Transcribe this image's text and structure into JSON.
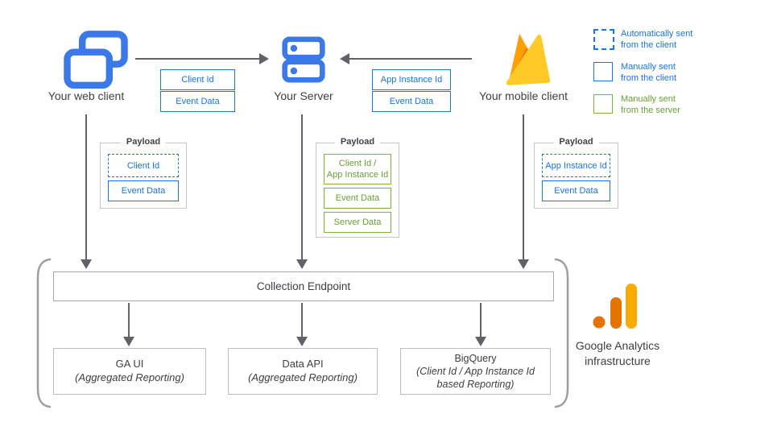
{
  "palette": {
    "blue": "#1a73e8",
    "icon_blue": "#3b78e8",
    "green_border": "#7cb342",
    "green_text": "#689f38",
    "arrow_gray": "#5f6368",
    "firebase_yellow": "#FFCA28",
    "firebase_amber": "#FFA000",
    "firebase_orange": "#F57C00",
    "ga_orange": "#E37400",
    "ga_amber": "#F9AB00"
  },
  "nodes": {
    "web": {
      "label": "Your web client"
    },
    "server": {
      "label": "Your Server"
    },
    "mobile": {
      "label": "Your mobile client"
    }
  },
  "flows": {
    "web_to_server": {
      "tags": [
        "Client Id",
        "Event Data"
      ]
    },
    "mobile_to_server": {
      "tags": [
        "App Instance Id",
        "Event Data"
      ]
    }
  },
  "legend": {
    "items": [
      {
        "style": "dashed-blue",
        "lines": [
          "Automatically sent",
          "from the client"
        ]
      },
      {
        "style": "solid-blue",
        "lines": [
          "Manually sent",
          "from the client"
        ]
      },
      {
        "style": "solid-green",
        "lines": [
          "Manually sent",
          "from the server"
        ]
      }
    ]
  },
  "payloads": {
    "web": {
      "title": "Payload",
      "items": [
        {
          "label": "Client Id",
          "style": "dashed-blue"
        },
        {
          "label": "Event Data",
          "style": "solid-blue"
        }
      ]
    },
    "server": {
      "title": "Payload",
      "items": [
        {
          "line1": "Client Id /",
          "line2": "App Instance Id",
          "style": "solid-green"
        },
        {
          "label": "Event Data",
          "style": "solid-green"
        },
        {
          "label": "Server Data",
          "style": "solid-green"
        }
      ]
    },
    "mobile": {
      "title": "Payload",
      "items": [
        {
          "label": "App Instance Id",
          "style": "dashed-blue"
        },
        {
          "label": "Event Data",
          "style": "solid-blue"
        }
      ]
    }
  },
  "infrastructure": {
    "endpoint_label": "Collection Endpoint",
    "outputs": [
      {
        "title": "GA UI",
        "subtitle": "(Aggregated Reporting)"
      },
      {
        "title": "Data API",
        "subtitle": "(Aggregated Reporting)"
      },
      {
        "title": "BigQuery",
        "subtitle": "(Client Id / App Instance Id based Reporting)"
      }
    ],
    "brand": {
      "line1": "Google Analytics",
      "line2": "infrastructure"
    }
  }
}
